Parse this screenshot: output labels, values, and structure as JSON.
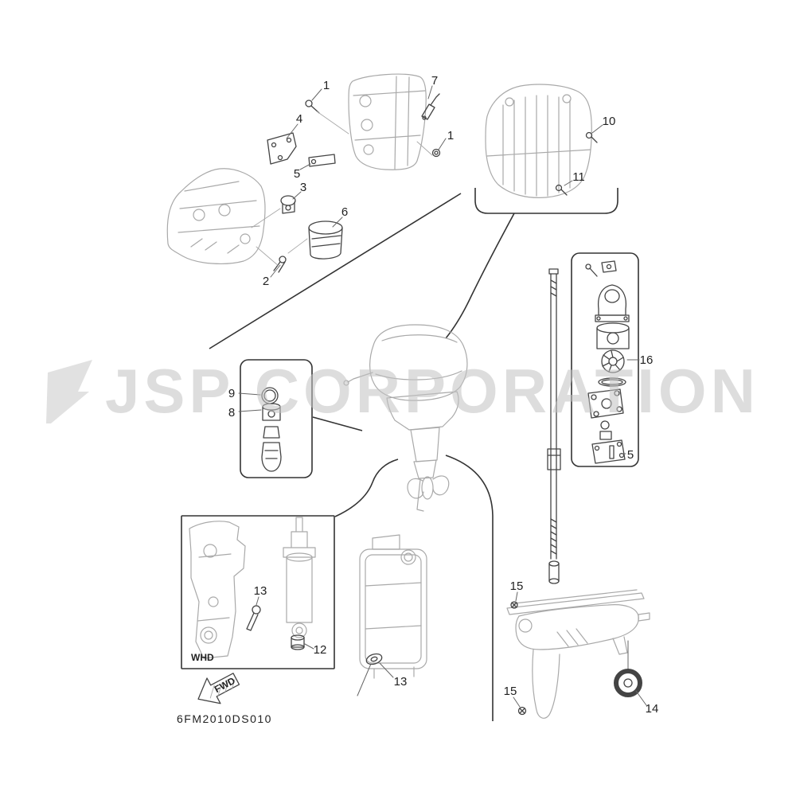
{
  "watermark": {
    "text": "JSP CORPORATION"
  },
  "footer": {
    "part_code": "6FM2010DS010"
  },
  "labels": {
    "whd": "WHD",
    "fwd": "FWD"
  },
  "callouts": {
    "n1_top": "1",
    "n7": "7",
    "n1_right": "1",
    "n4": "4",
    "n5": "5",
    "n3": "3",
    "n6": "6",
    "n2": "2",
    "n10": "10",
    "n11": "11",
    "n9": "9",
    "n8": "8",
    "n16": "16",
    "n5b": "5",
    "n15_top": "15",
    "n15_bottom": "15",
    "n14": "14",
    "n13_bracket": "13",
    "n12": "12",
    "n13_tank": "13"
  },
  "colors": {
    "background": "#ffffff",
    "ink": "#222222",
    "part": "#444444",
    "ghost": "#a9a9a9",
    "leader": "#666666",
    "box": "#333333",
    "watermark": "#c3c3c3"
  }
}
